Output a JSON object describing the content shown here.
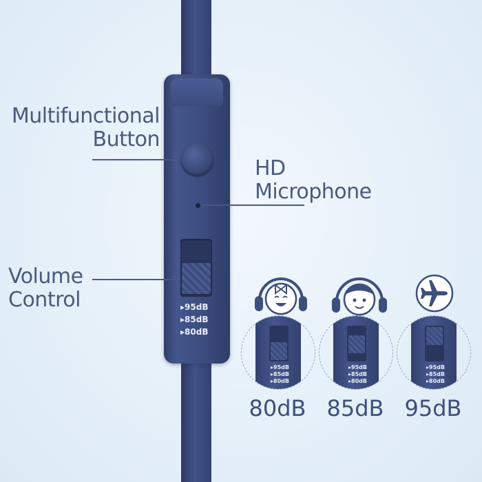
{
  "callouts": {
    "multifunctional_line1": "Multifunctional",
    "multifunctional_line2": "Button",
    "microphone_line1": "HD",
    "microphone_line2": "Microphone",
    "volume_line1": "Volume",
    "volume_line2": "Control"
  },
  "remote": {
    "scale_levels": [
      "95dB",
      "85dB",
      "80dB"
    ]
  },
  "modes": [
    {
      "icon": "child-face-headphones-icon",
      "label": "80dB",
      "scale": [
        "95dB",
        "85dB",
        "80dB"
      ]
    },
    {
      "icon": "adult-face-headphones-icon",
      "label": "85dB",
      "scale": [
        "95dB",
        "85dB",
        "80dB"
      ]
    },
    {
      "icon": "airplane-icon",
      "label": "95dB",
      "scale": [
        "95dB",
        "85dB",
        "80dB"
      ]
    }
  ],
  "colors": {
    "remote": "#3b4a77",
    "remote_dark": "#2c3a63",
    "text": "#4a5a7e",
    "background": "#e6f0f9"
  }
}
